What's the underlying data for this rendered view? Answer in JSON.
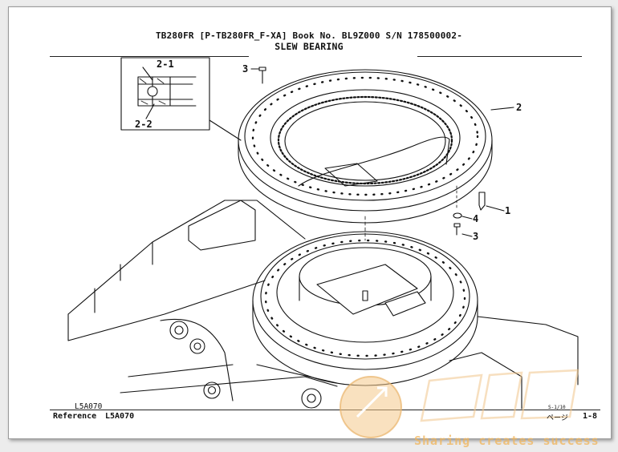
{
  "header": {
    "line1": "TB280FR  [P-TB280FR_F-XA]  Book No. BL9Z000  S/N 178500002-",
    "title": "SLEW BEARING"
  },
  "callouts": {
    "detail_2_1": "2-1",
    "detail_2_2": "2-2",
    "bolt_top": "3",
    "ring": "2",
    "pin": "1",
    "washer": "4",
    "bolt_bottom": "3"
  },
  "footer": {
    "drawing_code": "L5A070",
    "reference_label": "Reference",
    "reference_value": "L5A070",
    "page_small": "ページ",
    "page_tiny": "S-1/10",
    "page_number": "1-8"
  },
  "watermark": {
    "tagline": "Sharing creates success"
  },
  "colors": {
    "line": "#111111",
    "watermark": "#f2b866",
    "paper": "#ffffff"
  }
}
